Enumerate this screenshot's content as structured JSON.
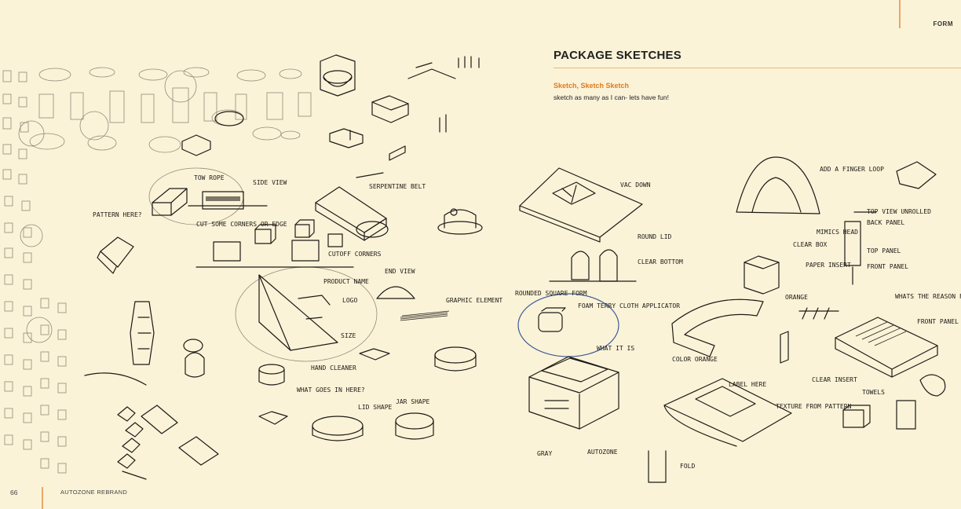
{
  "header": {
    "section_label": "FORM"
  },
  "page": {
    "title": "PACKAGE SKETCHES",
    "subtitle": "Sketch, Sketch Sketch",
    "body": "sketch as many as I can- lets have fun!"
  },
  "footer": {
    "page_number": "66",
    "document_title": "AUTOZONE REBRAND"
  },
  "annotations": {
    "tow_rope": "TOW ROPE",
    "side_view": "SIDE VIEW",
    "serpentine_belt": "SERPENTINE BELT",
    "pattern_here": "PATTERN HERE?",
    "cut_some_corners": "CUT SOME CORNERS OR EDGE",
    "cutoff_corners": "CUTOFF CORNERS",
    "product_name": "PRODUCT NAME",
    "end_view": "END VIEW",
    "logo": "LOGO",
    "graphic_element": "GRAPHIC ELEMENT",
    "size": "SIZE",
    "hand_cleaner": "HAND CLEANER",
    "what_goes_in_here": "WHAT GOES IN HERE?",
    "lid_shape": "LID SHAPE",
    "jar_shape": "JAR SHAPE",
    "vac_down": "VAC DOWN",
    "round_lid": "ROUND LID",
    "clear_bottom": "CLEAR BOTTOM",
    "rounded_square_form": "ROUNDED SQUARE FORM",
    "foam_terry_cloth": "FOAM TERRY CLOTH APPLICATOR",
    "what_it_is": "WHAT IT IS",
    "gray": "GRAY",
    "autozone": "AUTOZONE",
    "fold": "FOLD",
    "add_a_finger_loop": "ADD A FINGER LOOP",
    "top_view_unrolled": "TOP VIEW UNROLLED",
    "back_panel": "BACK PANEL",
    "mimics_head": "MIMICS HEAD",
    "clear_box": "CLEAR BOX",
    "paper_insert": "PAPER INSERT",
    "top_panel": "TOP PANEL",
    "front_panel": "FRONT PANEL",
    "orange": "ORANGE",
    "whats_the_reason": "WHATS THE REASON FOR THE SHAPE?",
    "front_panel_option": "FRONT PANEL OPTION",
    "color_orange": "COLOR ORANGE",
    "label_here": "LABEL HERE",
    "texture_from_pattern": "TEXTURE FROM PATTERN",
    "clear_insert": "CLEAR INSERT",
    "towels": "TOWELS"
  }
}
